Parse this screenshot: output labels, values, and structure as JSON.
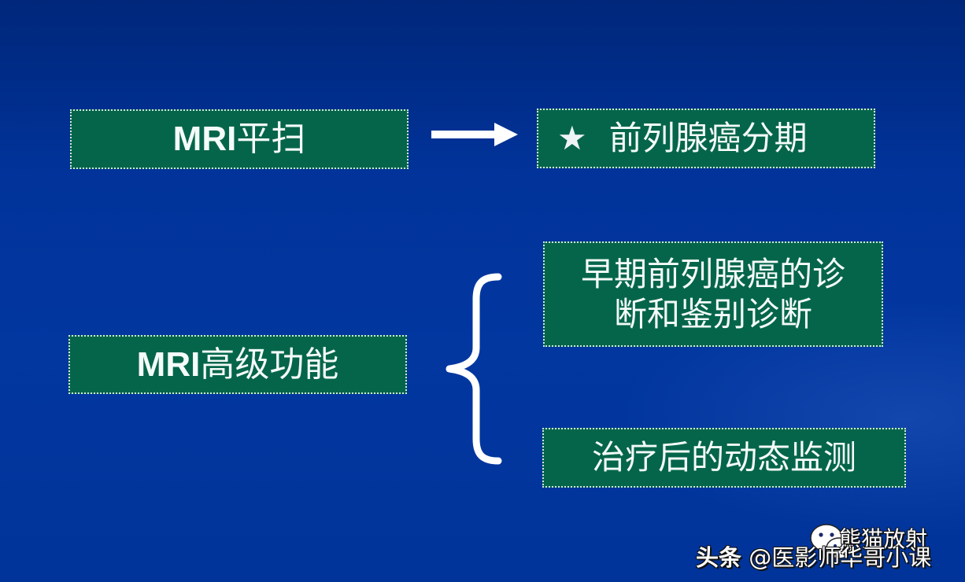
{
  "slide": {
    "background_color": "#0237a0",
    "box_color": "#05654a",
    "box_border_color": "#cfe8e0",
    "text_color": "#f4fbf8"
  },
  "top_row": {
    "source": {
      "latin": "MRI",
      "cjk": "平扫"
    },
    "arrow": "right-arrow",
    "target": {
      "bullet": "★",
      "text": "前列腺癌分期"
    }
  },
  "bottom_row": {
    "source": {
      "latin": "MRI",
      "cjk": "高级功能"
    },
    "connector": "left-curly-brace",
    "targets": [
      {
        "line1": "早期前列腺癌的诊",
        "line2": "断和鉴别诊断"
      },
      {
        "text": "治疗后的动态监测"
      }
    ]
  },
  "watermark": {
    "platform": "头条",
    "handle": "@医影师华哥小课",
    "wechat_account": "熊猫放射",
    "icon": "wechat-icon"
  }
}
